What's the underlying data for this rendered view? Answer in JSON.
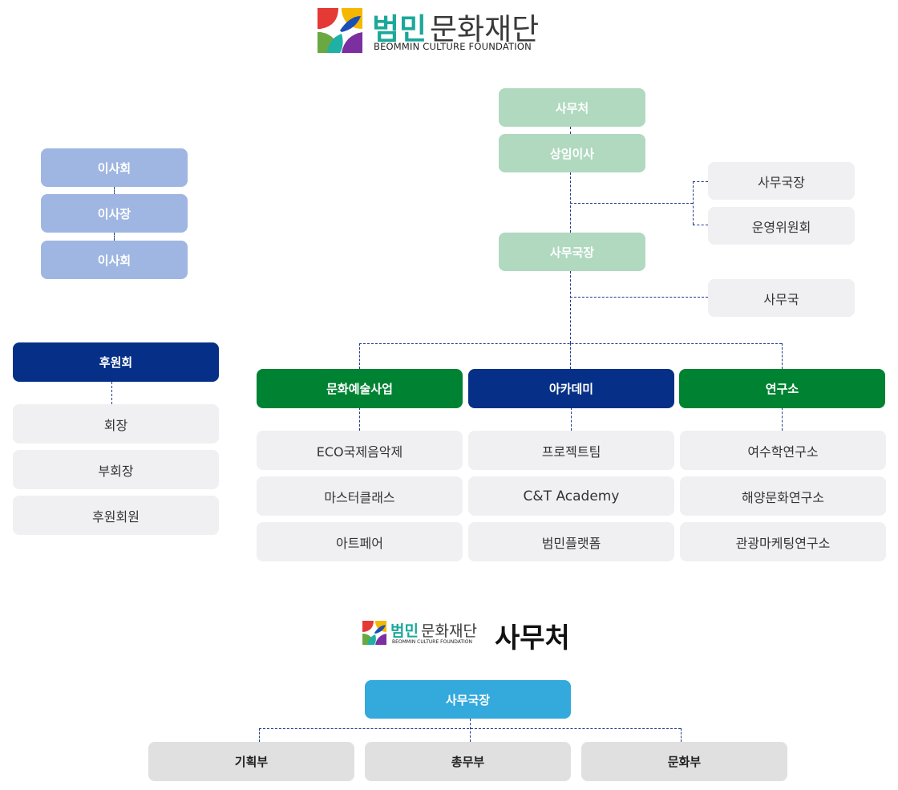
{
  "colors": {
    "light_green": "#b0d9bf",
    "light_blue": "#9fb6e2",
    "navy": "#063087",
    "dark_green": "#008233",
    "gray": "#f0f0f2",
    "sky_blue": "#33a9dc",
    "teal_logo": "#1aa89a"
  },
  "logo": {
    "ko_accent": "범민",
    "ko_rest": "문화재단",
    "en": "BEOMMIN CULTURE FOUNDATION"
  },
  "board": {
    "items": [
      "이사회",
      "이사장",
      "이사회"
    ]
  },
  "sponsors": {
    "head": "후원회",
    "items": [
      "회장",
      "부회장",
      "후원회원"
    ]
  },
  "executive": {
    "top": "사무처",
    "second": "상임이사",
    "side_top": "사무국장",
    "side_bottom": "운영위원회",
    "director": "사무국장",
    "office": "사무국"
  },
  "divisions": [
    {
      "title": "문화예술사업",
      "items": [
        "ECO국제음악제",
        "마스터클래스",
        "아트페어"
      ]
    },
    {
      "title": "아카데미",
      "items": [
        "프로젝트팀",
        "C&T Academy",
        "범민플랫폼"
      ]
    },
    {
      "title": "연구소",
      "items": [
        "여수학연구소",
        "해양문화연구소",
        "관광마케팅연구소"
      ]
    }
  ],
  "secretariat": {
    "heading": "사무처",
    "head": "사무국장",
    "items": [
      "기획부",
      "총무부",
      "문화부"
    ]
  }
}
